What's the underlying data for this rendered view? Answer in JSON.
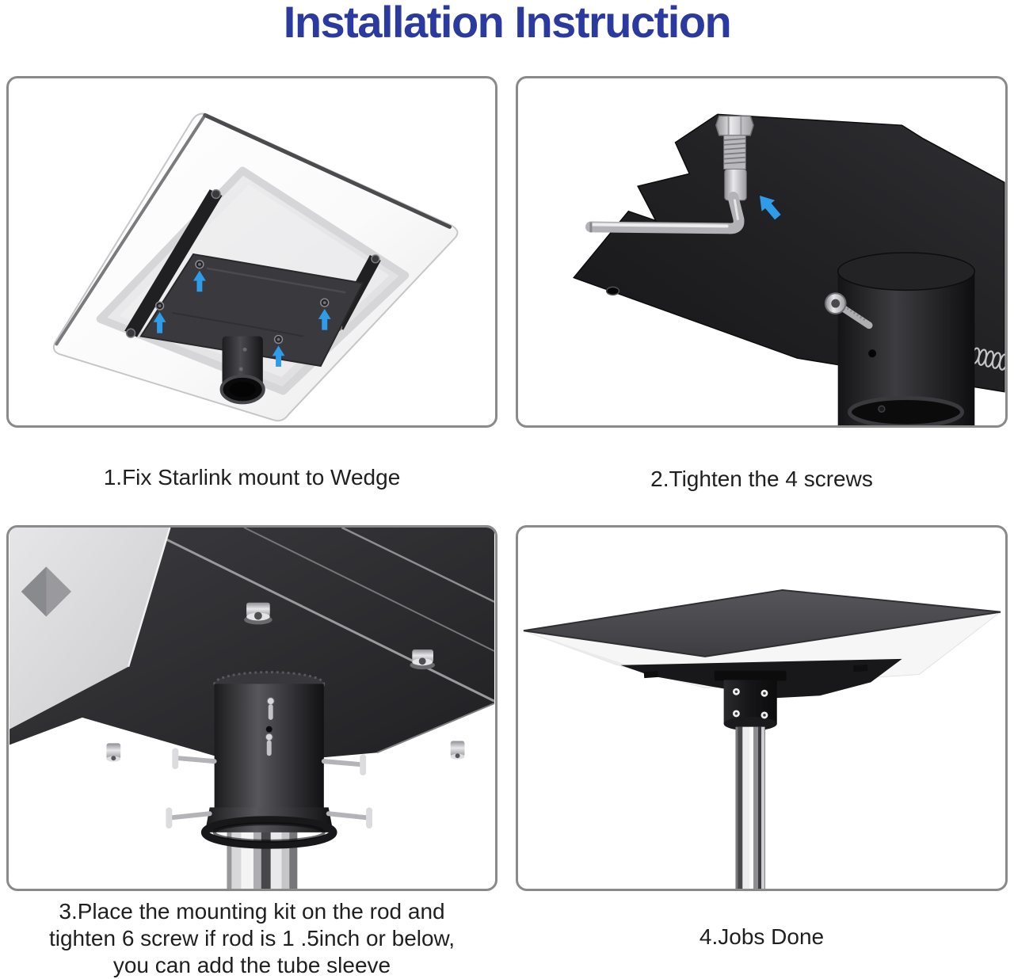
{
  "title": "Installation Instruction",
  "colors": {
    "title_blue": "#2B3A9E",
    "arrow_blue": "#2E9CE9",
    "panel_border": "#8A8A8A",
    "caption_text": "#1F1F1F"
  },
  "steps": [
    {
      "lines": [
        "1.Fix Starlink mount to Wedge"
      ]
    },
    {
      "lines": [
        "2.Tighten the 4 screws"
      ]
    },
    {
      "lines": [
        "3.Place the mounting kit on the rod and",
        "tighten 6 screw if rod is 1 .5inch or below,",
        "you can add the tube sleeve"
      ]
    },
    {
      "lines": [
        "4.Jobs Done"
      ]
    }
  ]
}
